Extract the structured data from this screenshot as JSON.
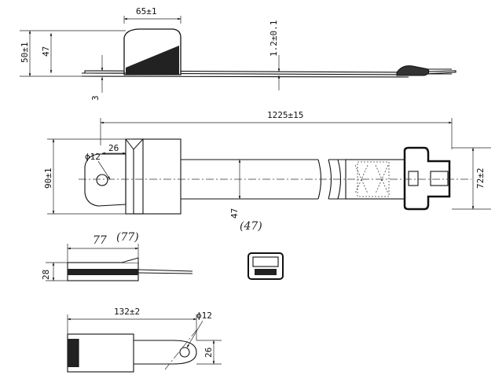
{
  "labels": {
    "top_width": "65±1",
    "top_height_outer": "50±1",
    "top_height_inner": "47",
    "top_thickness": "1.2±0.1",
    "top_bottom_gap": "3",
    "total_length": "1225±15",
    "plate_width": "90±1",
    "hole_diameter": "ϕ12",
    "hole_offset": "26",
    "strap_width": "47",
    "strap_width_hand": "(47)",
    "buckle_height": "72±2",
    "tongue_length": "77",
    "tongue_length_hand": "(77)",
    "tongue_height": "28",
    "buckle_length": "132±2",
    "buckle_hole": "ϕ12",
    "buckle_width": "26"
  }
}
